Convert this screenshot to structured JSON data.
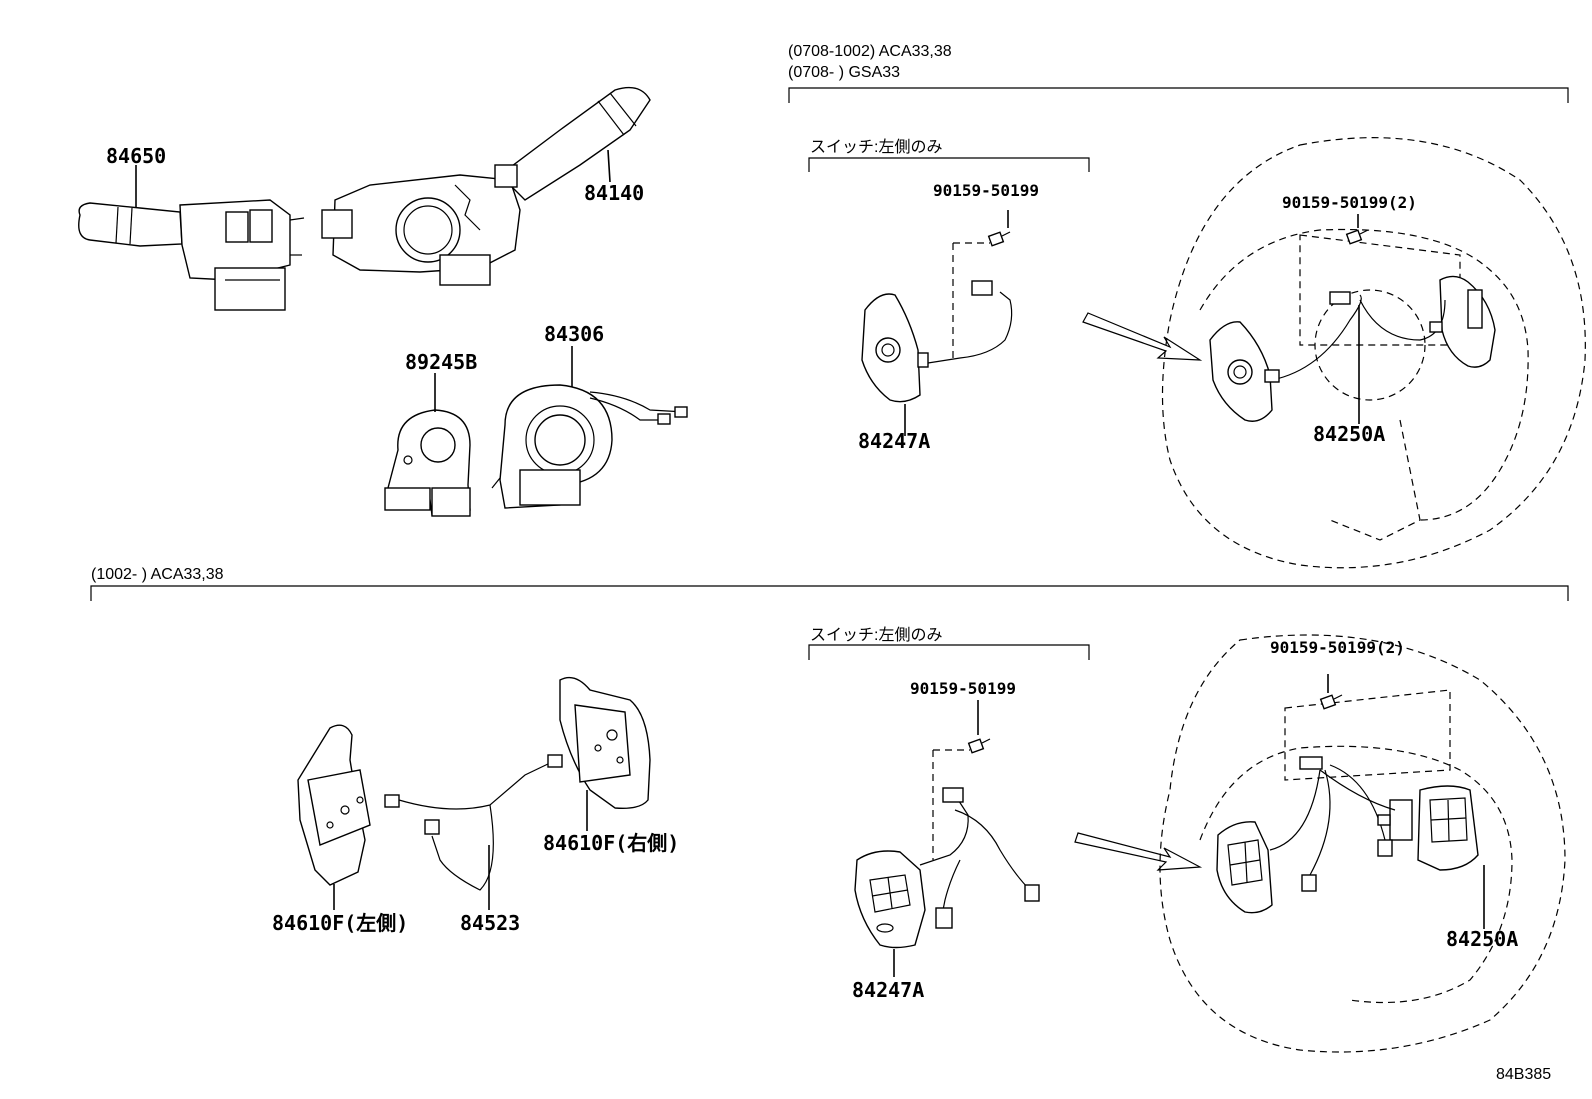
{
  "diagram": {
    "catalog_code": "84B385",
    "top_section": {
      "header_line1": "(0708-1002) ACA33,38",
      "header_line2": "(0708-        ) GSA33",
      "switch_note": "スイッチ:左側のみ"
    },
    "bottom_section": {
      "header": "(1002-        ) ACA33,38",
      "switch_note": "スイッチ:左側のみ"
    },
    "parts": {
      "p84650": "84650",
      "p84140": "84140",
      "p84306": "84306",
      "p89245B": "89245B",
      "p84247A_top": "84247A",
      "p84250A_top": "84250A",
      "screw_top_left": "90159-50199",
      "screw_top_right": "90159-50199(2)",
      "p84610F_left": "84610F(左側)",
      "p84610F_right": "84610F(右側)",
      "p84523": "84523",
      "p84247A_bottom": "84247A",
      "p84250A_bottom": "84250A",
      "screw_bottom_left": "90159-50199",
      "screw_bottom_right": "90159-50199(2)"
    }
  }
}
